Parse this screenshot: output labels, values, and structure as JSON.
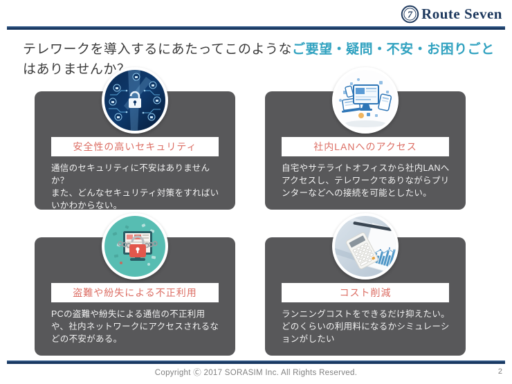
{
  "header": {
    "logo": {
      "glyph": "7",
      "text": "Route Seven"
    }
  },
  "title": {
    "pre": "テレワークを導入するにあたってこのような",
    "highlight": "ご要望・疑問・不安・お困りごと",
    "post": "はありませんか？"
  },
  "cards": [
    {
      "icon": "circuit-board-lock-photo",
      "label": "安全性の高いセキュリティ",
      "body": "通信のセキュリティに不安はありませんか？\nまた、どんなセキュリティ対策をすればいいかわからない。"
    },
    {
      "icon": "connected-devices-illustration",
      "label": "社内LANへのアクセス",
      "body": "自宅やサテライトオフィスから社内LANへアクセスし、テレワークでありながらプリンターなどへの接続を可能としたい。"
    },
    {
      "icon": "chained-monitor-lock-illustration",
      "label": "盗難や紛失による不正利用",
      "body": "PCの盗難や紛失による通信の不正利用や、社内ネットワークにアクセスされるなどの不安がある。"
    },
    {
      "icon": "calculator-chart-photo",
      "label": "コスト削減",
      "body": "ランニングコストをできるだけ抑えたい。\nどのくらいの利用料になるかシミュレーションがしたい"
    }
  ],
  "footer": {
    "copyright": "Copyright Ⓒ 2017  SORASIM Inc.   All Rights Reserved.",
    "page_number": "2"
  },
  "colors": {
    "navy": "#1f3864",
    "teal_accent": "#31a2c0",
    "card_gray": "#58585a",
    "label_red": "#dc6e64"
  }
}
